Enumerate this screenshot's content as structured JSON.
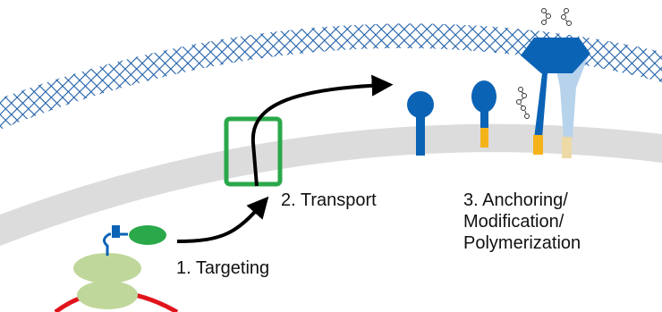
{
  "steps": [
    {
      "label": "1. Targeting"
    },
    {
      "label": "2. Transport"
    },
    {
      "label_lines": [
        "3. Anchoring/",
        "Modification/",
        "Polymerization"
      ]
    }
  ],
  "colors": {
    "cell_wall": "#1f5fa8",
    "membrane": "#dcdcdc",
    "transporter": "#2aa84a",
    "protein": "#0b63b5",
    "protein_faded": "#b7d3ec",
    "anchor": "#f5b31a",
    "anchor_faded": "#ecd9a6",
    "ribosome": "#bfd79a",
    "er_membrane": "#e0141b",
    "arrow": "#000000"
  },
  "icons": [
    "ribosome-icon",
    "nascent-protein-icon",
    "transporter-icon",
    "glycan-icon"
  ]
}
